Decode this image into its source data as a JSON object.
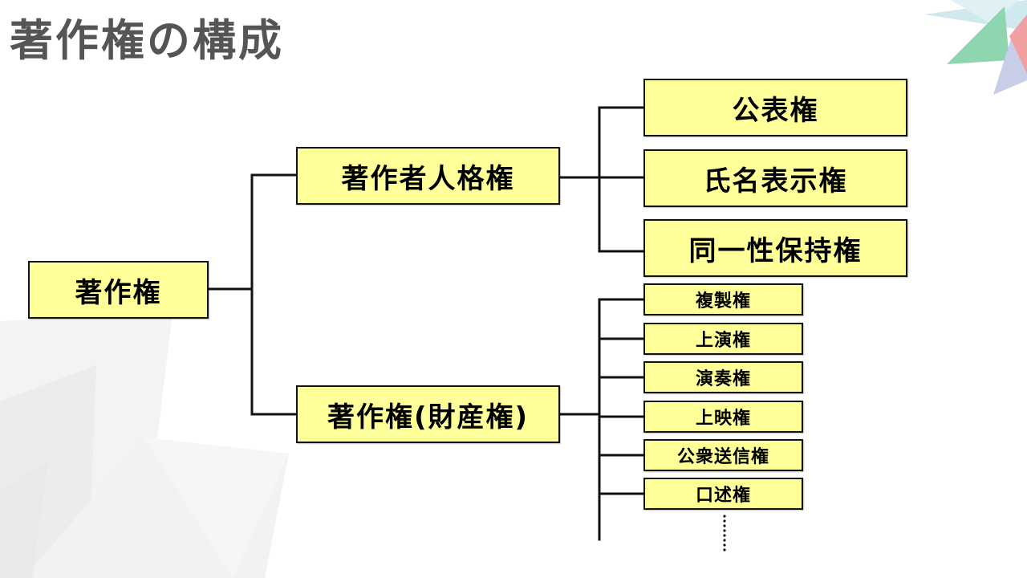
{
  "slide": {
    "title": "著作権の構成"
  },
  "tree": {
    "root": "著作権",
    "moral_rights": {
      "label": "著作者人格権",
      "children": [
        "公表権",
        "氏名表示権",
        "同一性保持権"
      ]
    },
    "property_rights": {
      "label": "著作権(財産権)",
      "children": [
        "複製権",
        "上演権",
        "演奏権",
        "上映権",
        "公衆送信権",
        "口述権"
      ],
      "continuation": "⋮"
    }
  },
  "colors": {
    "node_fill": "#ffff99",
    "node_border": "#111111",
    "connector": "#111111",
    "title_text": "#555555"
  }
}
